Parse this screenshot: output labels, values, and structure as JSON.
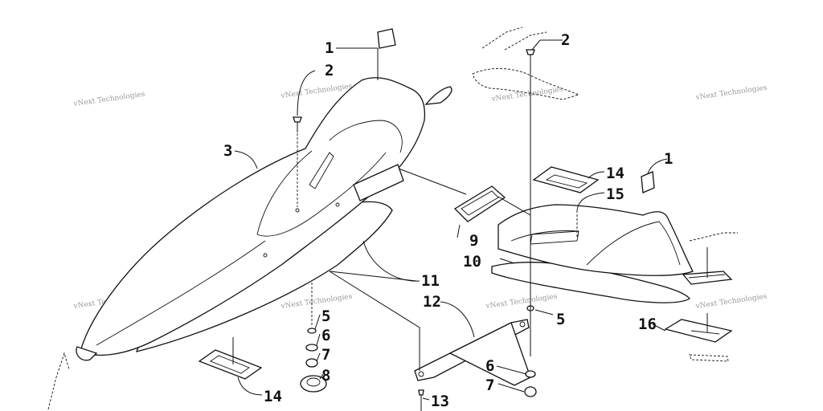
{
  "callouts": [
    "1",
    "2",
    "3",
    "2",
    "1",
    "14",
    "15",
    "9",
    "10",
    "11",
    "12",
    "5",
    "6",
    "7",
    "8",
    "5",
    "6",
    "7",
    "16",
    "14",
    "13"
  ],
  "watermark": "vNext Technologies"
}
